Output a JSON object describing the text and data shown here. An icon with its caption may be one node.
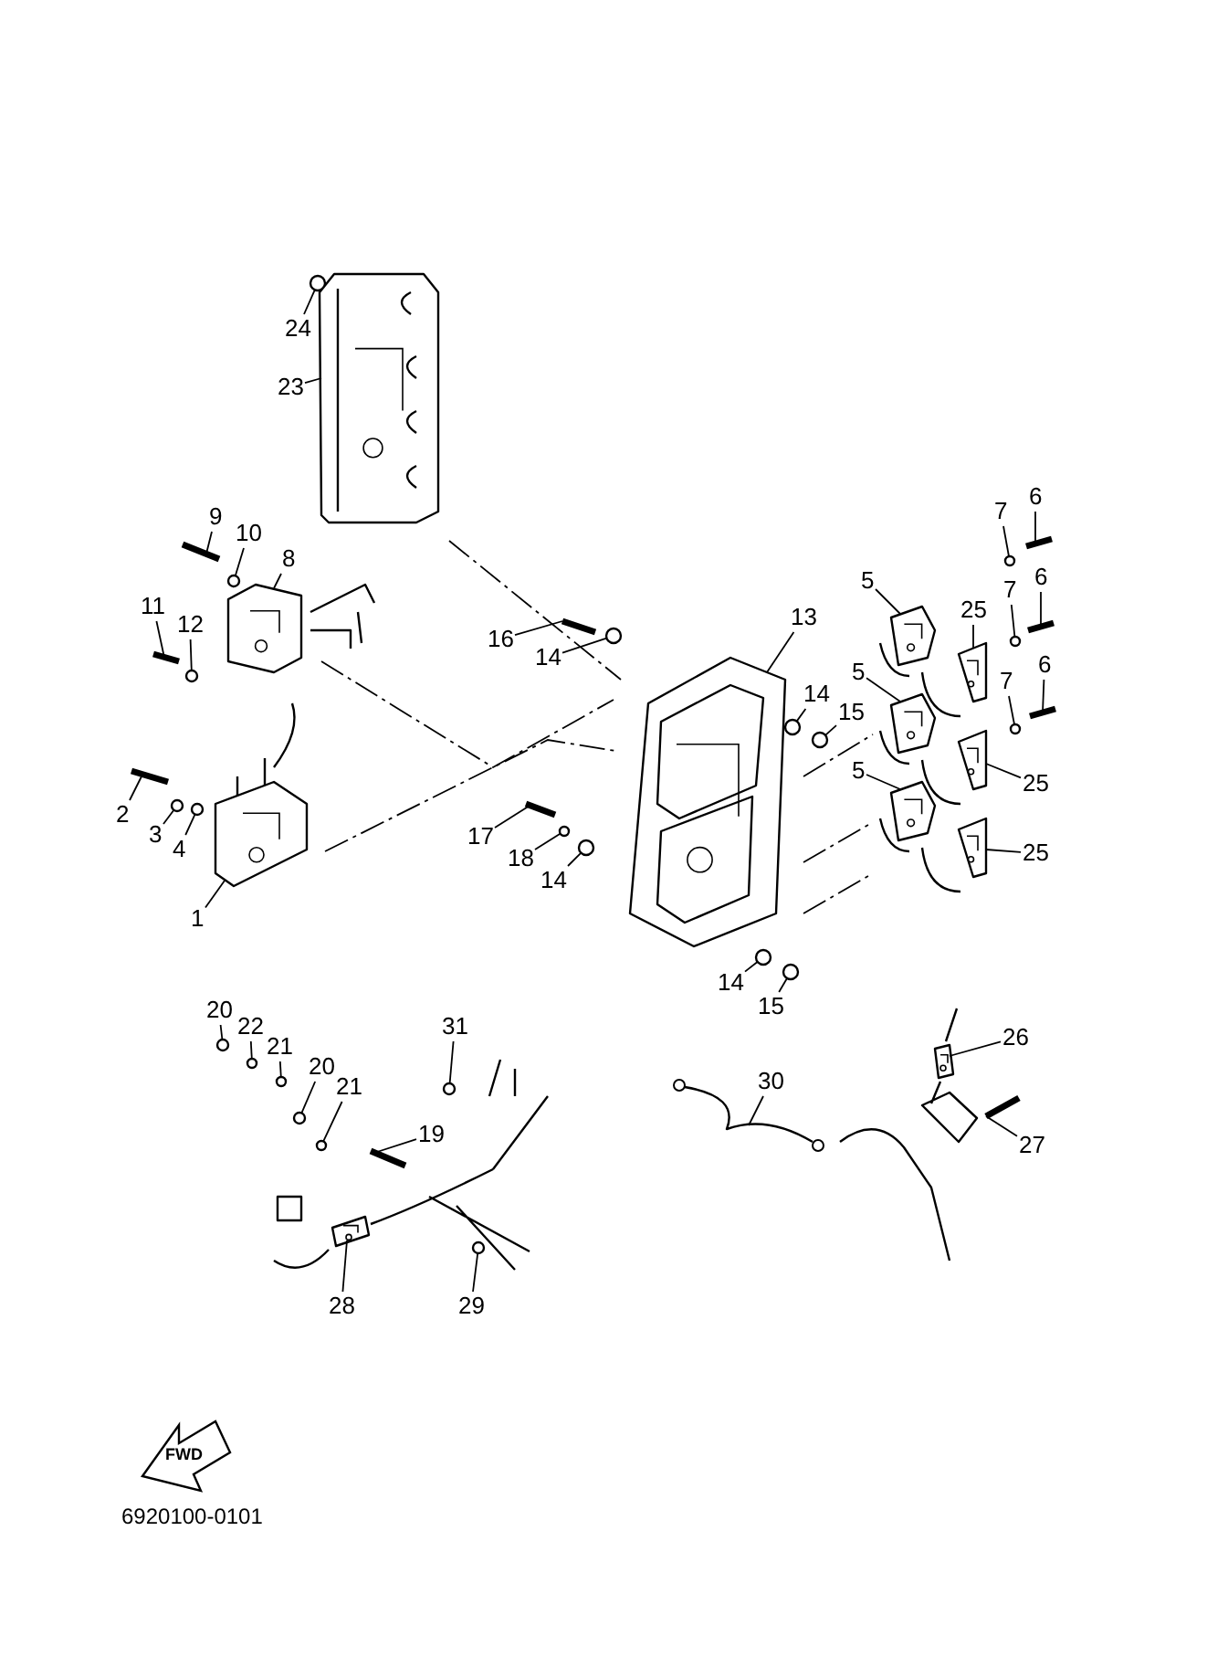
{
  "diagram": {
    "nodes": [
      {
        "text": [
          "24"
        ]
      },
      {
        "text": [
          "23"
        ]
      },
      {
        "text": [
          "9"
        ]
      },
      {
        "text": [
          "10"
        ]
      },
      {
        "text": [
          "8"
        ]
      },
      {
        "text": [
          "11"
        ]
      },
      {
        "text": [
          "12"
        ]
      },
      {
        "text": [
          "16"
        ]
      },
      {
        "text": [
          "14"
        ]
      },
      {
        "text": [
          "13"
        ]
      },
      {
        "text": [
          "5"
        ]
      },
      {
        "text": [
          "7"
        ]
      },
      {
        "text": [
          "6"
        ]
      },
      {
        "text": [
          "25"
        ]
      },
      {
        "text": [
          "7"
        ]
      },
      {
        "text": [
          "6"
        ]
      },
      {
        "text": [
          "14"
        ]
      },
      {
        "text": [
          "15"
        ]
      },
      {
        "text": [
          "5"
        ]
      },
      {
        "text": [
          "7"
        ]
      },
      {
        "text": [
          "6"
        ]
      },
      {
        "text": [
          "25"
        ]
      },
      {
        "text": [
          "5"
        ]
      },
      {
        "text": [
          "25"
        ]
      },
      {
        "text": [
          "2"
        ]
      },
      {
        "text": [
          "3"
        ]
      },
      {
        "text": [
          "4"
        ]
      },
      {
        "text": [
          "17"
        ]
      },
      {
        "text": [
          "18"
        ]
      },
      {
        "text": [
          "14"
        ]
      },
      {
        "text": [
          "1"
        ]
      },
      {
        "text": [
          "14"
        ]
      },
      {
        "text": [
          "15"
        ]
      },
      {
        "text": [
          "20"
        ]
      },
      {
        "text": [
          "22"
        ]
      },
      {
        "text": [
          "21"
        ]
      },
      {
        "text": [
          "20"
        ]
      },
      {
        "text": [
          "21"
        ]
      },
      {
        "text": [
          "31"
        ]
      },
      {
        "text": [
          "19"
        ]
      },
      {
        "text": [
          "30"
        ]
      },
      {
        "text": [
          "26"
        ]
      },
      {
        "text": [
          "27"
        ]
      },
      {
        "text": [
          "28"
        ]
      },
      {
        "text": [
          "29"
        ]
      },
      {
        "text": [],
        "shape": "circle"
      },
      {
        "text": [],
        "shape": "picture"
      },
      {
        "text": [],
        "shape": "bar"
      },
      {
        "text": [],
        "shape": "circle"
      },
      {
        "text": [],
        "shape": "picture"
      },
      {
        "text": [],
        "shape": "bar"
      },
      {
        "text": [],
        "shape": "circle"
      },
      {
        "text": [],
        "shape": "bar"
      },
      {
        "text": [],
        "shape": "circle"
      },
      {
        "text": [],
        "shape": "picture"
      },
      {
        "text": [],
        "shape": "picture"
      },
      {
        "text": [],
        "shape": "circle"
      },
      {
        "text": [],
        "shape": "bar"
      },
      {
        "text": [],
        "shape": "picture"
      },
      {
        "text": [],
        "shape": "circle"
      },
      {
        "text": [],
        "shape": "bar"
      },
      {
        "text": [],
        "shape": "circle"
      },
      {
        "text": [],
        "shape": "circle"
      },
      {
        "text": [],
        "shape": "picture"
      },
      {
        "text": [],
        "shape": "circle"
      },
      {
        "text": [],
        "shape": "bar"
      },
      {
        "text": [],
        "shape": "picture"
      },
      {
        "text": [],
        "shape": "picture"
      },
      {
        "text": [],
        "shape": "picture"
      },
      {
        "text": [],
        "shape": "bar"
      },
      {
        "text": [],
        "shape": "circle"
      },
      {
        "text": [],
        "shape": "circle"
      },
      {
        "text": [],
        "shape": "bar"
      },
      {
        "text": [],
        "shape": "circle"
      },
      {
        "text": [],
        "shape": "circle"
      },
      {
        "text": [],
        "shape": "picture"
      },
      {
        "text": [],
        "shape": "circle"
      },
      {
        "text": [],
        "shape": "circle"
      },
      {
        "text": [],
        "shape": "circle"
      },
      {
        "text": [],
        "shape": "circle"
      },
      {
        "text": [],
        "shape": "circle"
      },
      {
        "text": [],
        "shape": "circle"
      },
      {
        "text": [],
        "shape": "circle"
      },
      {
        "text": [],
        "shape": "circle"
      },
      {
        "text": [],
        "shape": "bar"
      },
      {
        "text": [],
        "shape": "picture"
      },
      {
        "text": [],
        "shape": "picture"
      },
      {
        "text": [],
        "shape": "bar"
      },
      {
        "text": [],
        "shape": "picture"
      },
      {
        "text": [],
        "shape": "circle"
      }
    ],
    "edges": [
      {
        "from": 0,
        "to": 45,
        "arrow": "none"
      },
      {
        "from": 1,
        "to": 46,
        "arrow": "none"
      },
      {
        "from": 2,
        "to": 47,
        "arrow": "none"
      },
      {
        "from": 3,
        "to": 48,
        "arrow": "none"
      },
      {
        "from": 4,
        "to": 49,
        "arrow": "none"
      },
      {
        "from": 5,
        "to": 50,
        "arrow": "none"
      },
      {
        "from": 6,
        "to": 51,
        "arrow": "none"
      },
      {
        "from": 7,
        "to": 52,
        "arrow": "none"
      },
      {
        "from": 8,
        "to": 53,
        "arrow": "none"
      },
      {
        "from": 9,
        "to": 54,
        "arrow": "none"
      },
      {
        "from": 10,
        "to": 55,
        "arrow": "none"
      },
      {
        "from": 11,
        "to": 56,
        "arrow": "none"
      },
      {
        "from": 12,
        "to": 57,
        "arrow": "none"
      },
      {
        "from": 13,
        "to": 58,
        "arrow": "none"
      },
      {
        "from": 14,
        "to": 59,
        "arrow": "none"
      },
      {
        "from": 15,
        "to": 60,
        "arrow": "none"
      },
      {
        "from": 16,
        "to": 61,
        "arrow": "none"
      },
      {
        "from": 17,
        "to": 62,
        "arrow": "none"
      },
      {
        "from": 18,
        "to": 63,
        "arrow": "none"
      },
      {
        "from": 19,
        "to": 64,
        "arrow": "none"
      },
      {
        "from": 20,
        "to": 65,
        "arrow": "none"
      },
      {
        "from": 21,
        "to": 66,
        "arrow": "none"
      },
      {
        "from": 22,
        "to": 67,
        "arrow": "none"
      },
      {
        "from": 23,
        "to": 68,
        "arrow": "none"
      },
      {
        "from": 24,
        "to": 69,
        "arrow": "none"
      },
      {
        "from": 25,
        "to": 70,
        "arrow": "none"
      },
      {
        "from": 26,
        "to": 71,
        "arrow": "none"
      },
      {
        "from": 27,
        "to": 72,
        "arrow": "none"
      },
      {
        "from": 28,
        "to": 73,
        "arrow": "none"
      },
      {
        "from": 29,
        "to": 74,
        "arrow": "none"
      },
      {
        "from": 30,
        "to": 75,
        "arrow": "none"
      },
      {
        "from": 31,
        "to": 76,
        "arrow": "none"
      },
      {
        "from": 32,
        "to": 77,
        "arrow": "none"
      },
      {
        "from": 33,
        "to": 78,
        "arrow": "none"
      },
      {
        "from": 34,
        "to": 79,
        "arrow": "none"
      },
      {
        "from": 35,
        "to": 80,
        "arrow": "none"
      },
      {
        "from": 36,
        "to": 81,
        "arrow": "none"
      },
      {
        "from": 37,
        "to": 82,
        "arrow": "none"
      },
      {
        "from": 38,
        "to": 83,
        "arrow": "none"
      },
      {
        "from": 39,
        "to": 84,
        "arrow": "none"
      },
      {
        "from": 40,
        "to": 85,
        "arrow": "none"
      },
      {
        "from": 41,
        "to": 86,
        "arrow": "none"
      },
      {
        "from": 42,
        "to": 87,
        "arrow": "none"
      },
      {
        "from": 43,
        "to": 88,
        "arrow": "none"
      },
      {
        "from": 44,
        "to": 89,
        "arrow": "none"
      }
    ],
    "labels": [
      "FWD",
      "6920100-0101"
    ]
  }
}
